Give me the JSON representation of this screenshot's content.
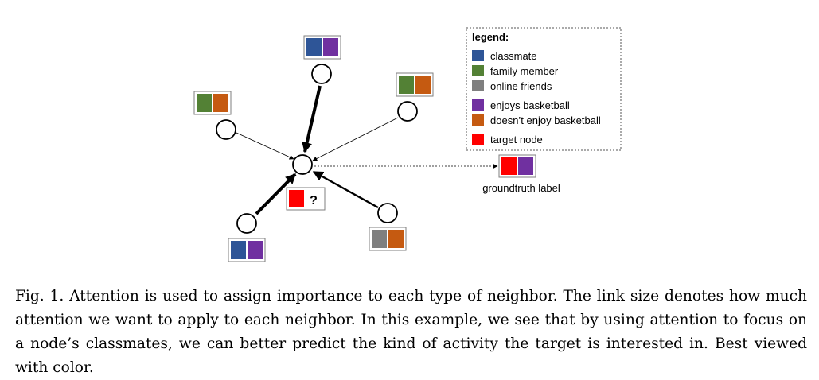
{
  "figure": {
    "legend": {
      "title": "legend:",
      "items": [
        {
          "color": "#2e5597",
          "label": "classmate"
        },
        {
          "color": "#538135",
          "label": "family member"
        },
        {
          "color": "#7f7f7f",
          "label": "online friends"
        },
        {
          "color": "#7030a0",
          "label": "enjoys basketball"
        },
        {
          "color": "#c55a11",
          "label": "doesn’t enjoy basketball"
        },
        {
          "color": "#ff0000",
          "label": "target node"
        }
      ]
    },
    "target_unknown_mark": "?",
    "groundtruth_label": "groundtruth label",
    "colors": {
      "classmate": "#2e5597",
      "family_member": "#538135",
      "online_friends": "#7f7f7f",
      "enjoys_basketball": "#7030a0",
      "doesnt_enjoy_basketball": "#c55a11",
      "target_node": "#ff0000"
    },
    "neighbors": [
      {
        "id": "top",
        "relation": "classmate",
        "interest": "enjoys basketball",
        "attention": "strong"
      },
      {
        "id": "left",
        "relation": "family member",
        "interest": "doesn't enjoy basketball",
        "attention": "weak"
      },
      {
        "id": "upper-right",
        "relation": "family member",
        "interest": "doesn't enjoy basketball",
        "attention": "weak"
      },
      {
        "id": "bottom-left",
        "relation": "classmate",
        "interest": "enjoys basketball",
        "attention": "strong"
      },
      {
        "id": "bottom-right",
        "relation": "online friends",
        "interest": "doesn't enjoy basketball",
        "attention": "medium"
      }
    ]
  },
  "caption": "Fig. 1.  Attention is used to assign importance to each type of neighbor. The link size denotes how much attention we want to apply to each neighbor. In this example, we see that by using attention to focus on a node’s classmates, we can better predict the kind of activity the target is interested in. Best viewed with color."
}
